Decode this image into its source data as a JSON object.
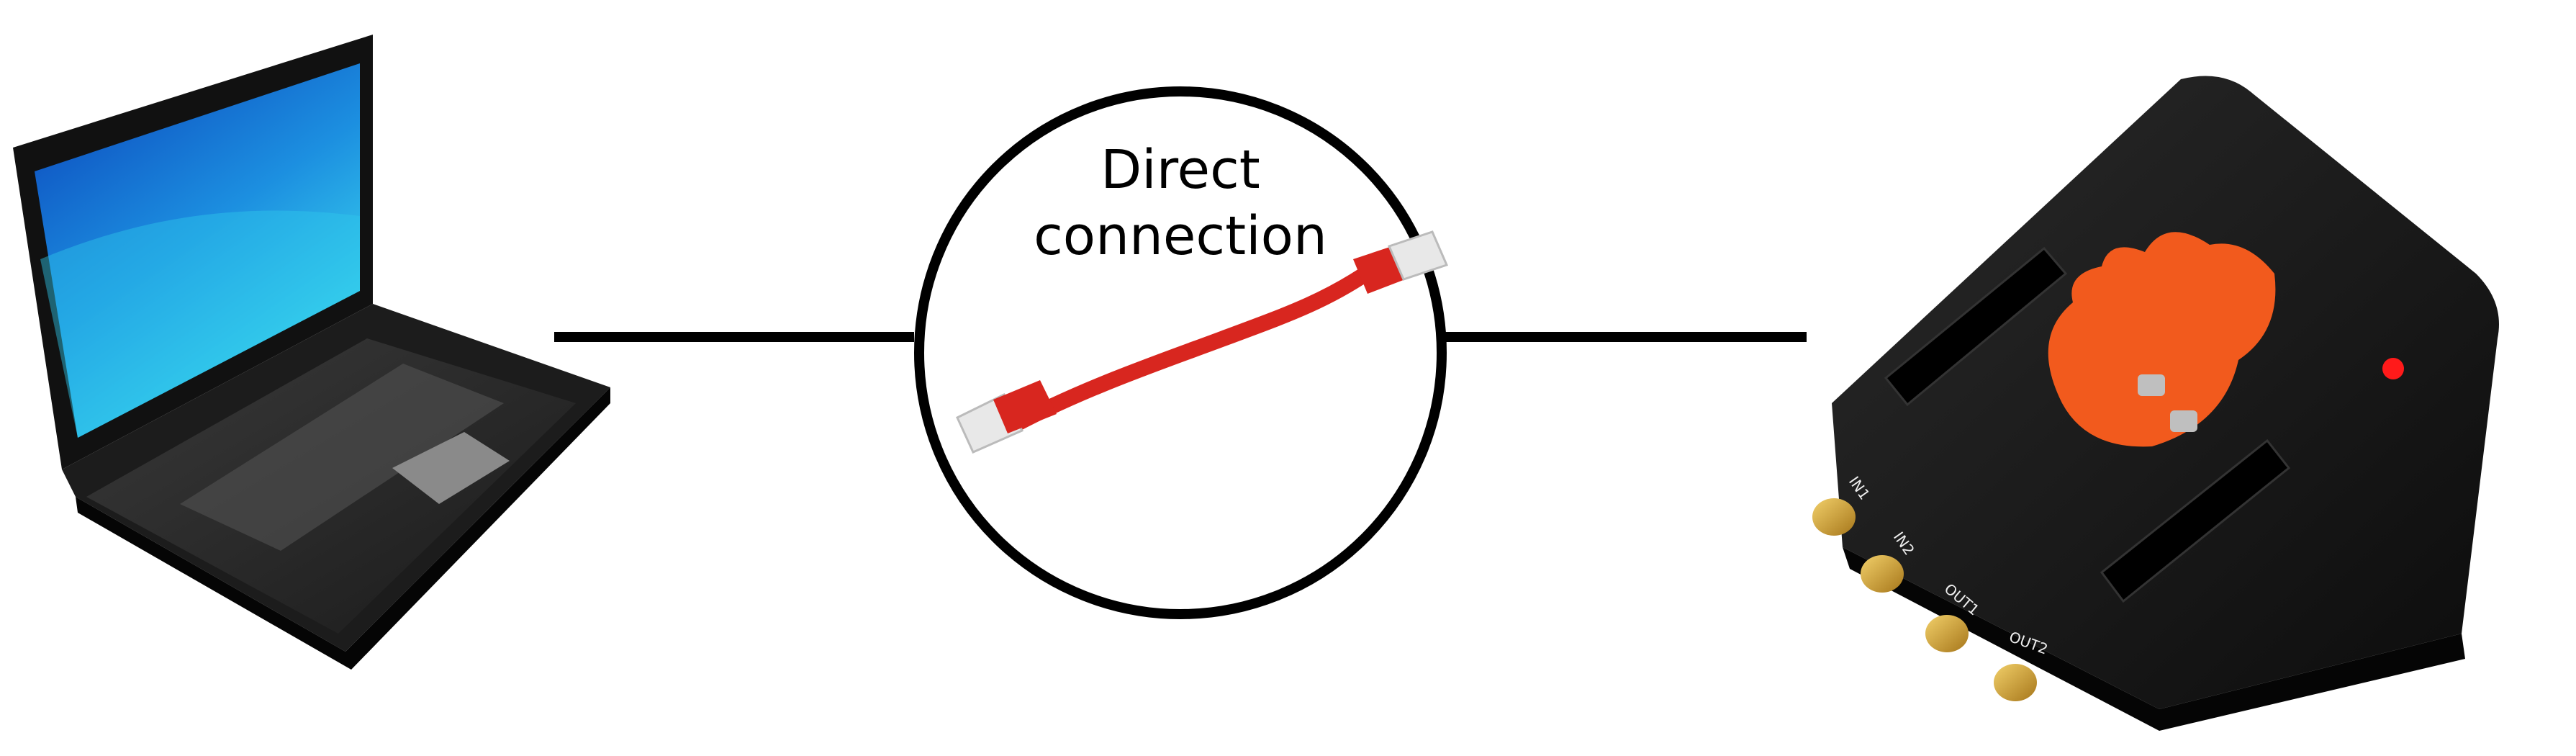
{
  "caption": {
    "line1": "Direct",
    "line2": "connection"
  },
  "device": {
    "port_labels": [
      "IN1",
      "IN2",
      "OUT1",
      "OUT2"
    ]
  },
  "colors": {
    "line": "#000000",
    "cable": "#d8261f",
    "laptop_body": "#141414",
    "screen_top": "#0a3fb8",
    "screen_bottom": "#37d6ee",
    "device_body": "#151515",
    "flame": "#f25a1d",
    "led": "#ff1a1a",
    "connector_gold": "#d6a32c"
  },
  "icons": [
    "laptop-icon",
    "ethernet-cable-icon",
    "device-icon"
  ]
}
